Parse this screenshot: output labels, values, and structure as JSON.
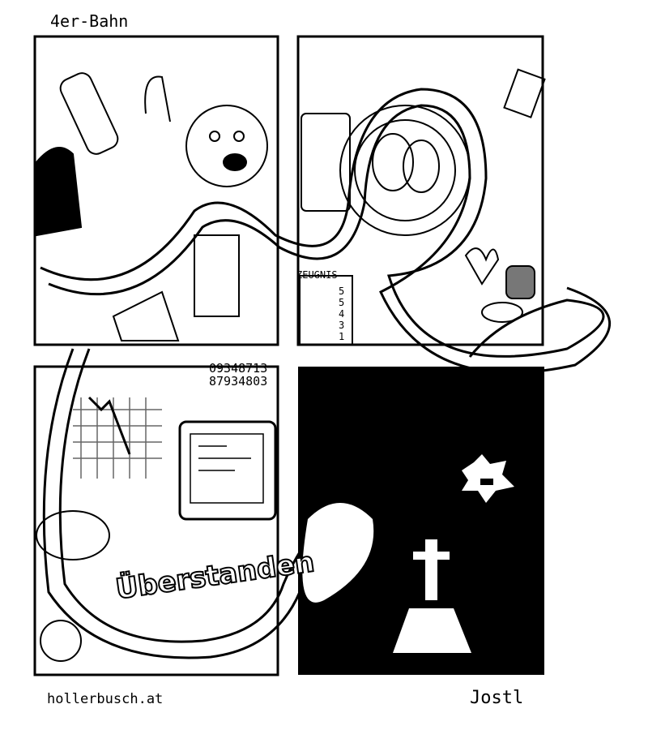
{
  "title": "4er-Bahn",
  "website": "hollerbusch.at",
  "signature": "Jostl",
  "panel3": {
    "numbers": [
      "09348713",
      "87934803"
    ]
  },
  "panel2": {
    "certificate_label": "ZEUGNIS",
    "grades": [
      "5",
      "5",
      "4",
      "3",
      "1"
    ]
  },
  "panel3_caption": "Überstanden",
  "colors": {
    "ink": "#000000",
    "paper": "#ffffff"
  }
}
